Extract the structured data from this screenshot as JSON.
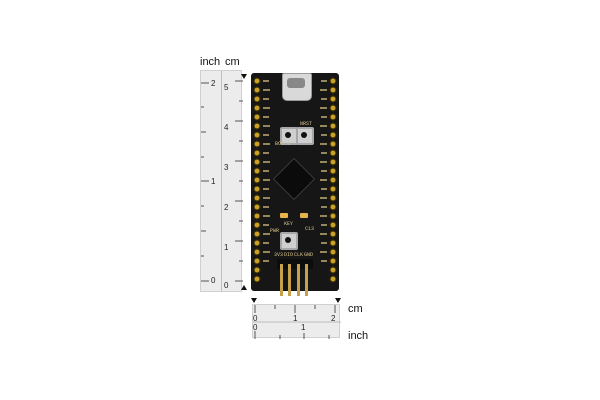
{
  "vertical_ruler": {
    "label_inch": "inch",
    "label_cm": "cm",
    "inch_ticks": [
      "2",
      "1",
      "0"
    ],
    "cm_ticks": [
      "5",
      "4",
      "3",
      "2",
      "1",
      "0"
    ]
  },
  "horizontal_ruler": {
    "label_cm": "cm",
    "label_inch": "inch",
    "cm_ticks": [
      "0",
      "1",
      "2"
    ],
    "inch_ticks": [
      "0",
      "1"
    ]
  },
  "board": {
    "button_boot": "BOOT0",
    "button_nrst": "NRST",
    "label_key": "KEY",
    "label_pwr": "PWR",
    "label_c13": "C13",
    "header_labels": [
      "3V3",
      "DIO",
      "CLK",
      "GND"
    ]
  },
  "colors": {
    "board": "#161616",
    "pad": "#c9a227",
    "ruler": "#ececec"
  }
}
